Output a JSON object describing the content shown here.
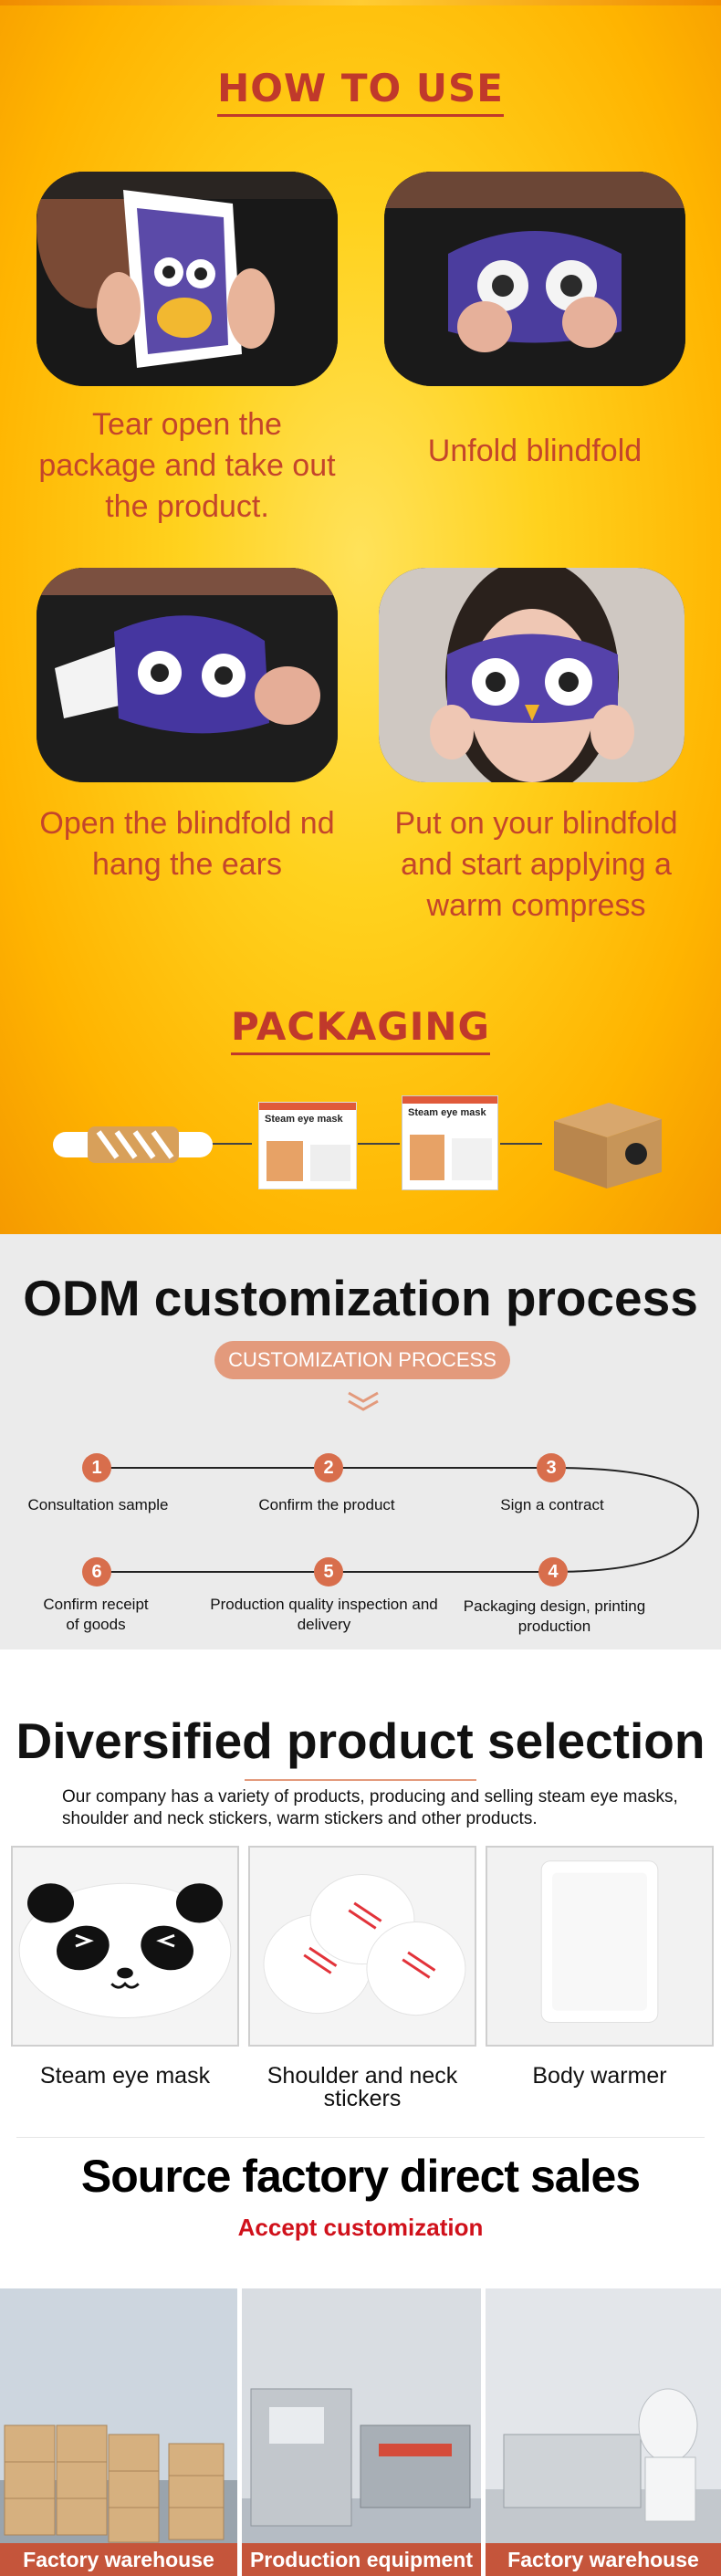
{
  "how_to_use": {
    "title": "HOW TO USE",
    "steps": [
      {
        "text": "Tear open the package and take out the product."
      },
      {
        "text": "Unfold blindfold"
      },
      {
        "text": "Open the blindfold nd hang the ears"
      },
      {
        "text": "Put on your blindfold and start applying a warm compress"
      }
    ]
  },
  "packaging": {
    "title": "PACKAGING",
    "box_label": "Steam eye mask",
    "box_label_2": "Steam eye mask"
  },
  "odm": {
    "title": "ODM customization process",
    "pill": "CUSTOMIZATION PROCESS",
    "steps": [
      {
        "num": "1",
        "label": "Consultation sample"
      },
      {
        "num": "2",
        "label": "Confirm the product"
      },
      {
        "num": "3",
        "label": "Sign a contract"
      },
      {
        "num": "4",
        "label": "Packaging design, printing production"
      },
      {
        "num": "5",
        "label": "Production quality inspection and delivery"
      },
      {
        "num": "6",
        "label": "Confirm receipt of goods"
      }
    ]
  },
  "products": {
    "title": "Diversified product selection",
    "description": "Our company has a variety of products, producing and selling steam eye masks, shoulder and neck stickers, warm stickers and other products.",
    "items": [
      {
        "label": "Steam eye mask"
      },
      {
        "label": "Shoulder and neck stickers"
      },
      {
        "label": "Body warmer"
      }
    ]
  },
  "factory": {
    "title": "Source factory direct sales",
    "subtitle": "Accept customization",
    "photos": [
      {
        "caption": "Factory warehouse"
      },
      {
        "caption": "Production equipment"
      },
      {
        "caption": "Factory warehouse"
      }
    ]
  },
  "colors": {
    "accent_red": "#c0392b",
    "step_text": "#c4452b",
    "process_orange": "#d86e4c",
    "pill": "#e39a7c",
    "caption_bar": "#c5553b",
    "customization_red": "#d0111b"
  }
}
